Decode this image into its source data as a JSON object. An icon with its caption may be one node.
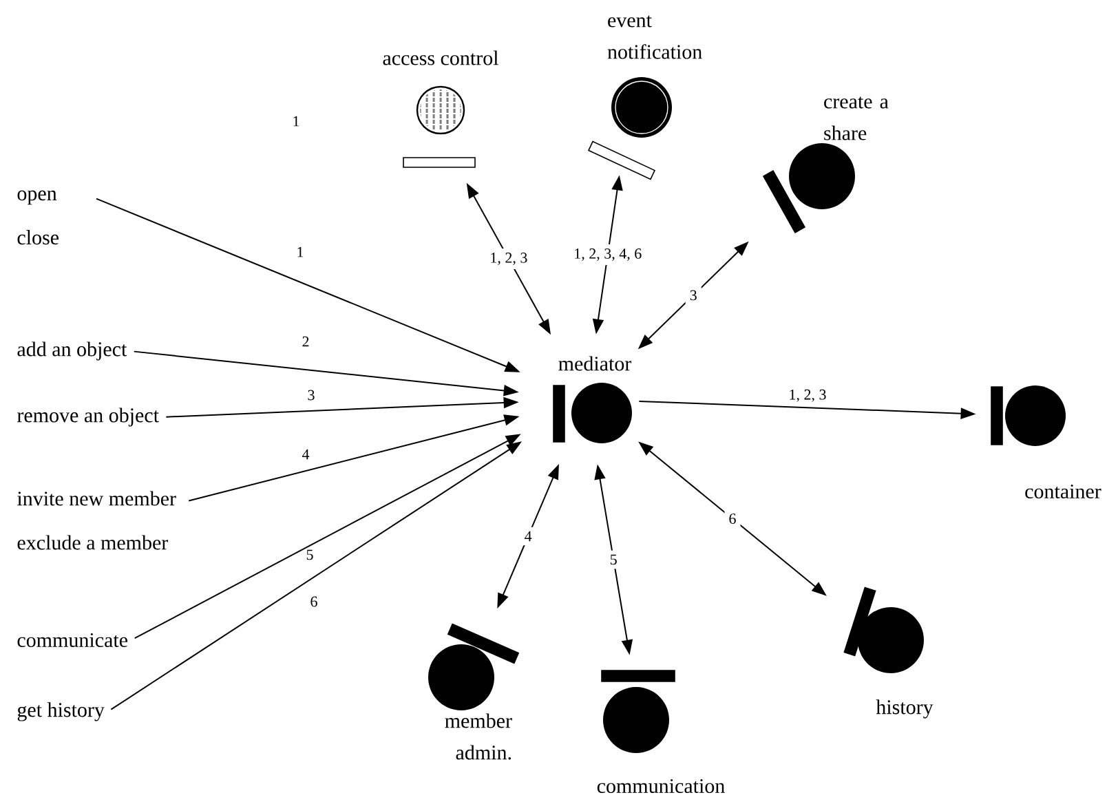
{
  "diagram": {
    "nodes": [
      {
        "text": [
          "open",
          "close"
        ]
      },
      {
        "text": [
          "add an object"
        ]
      },
      {
        "text": [
          "remove an object"
        ]
      },
      {
        "text": [
          "invite new member",
          "exclude a member"
        ]
      },
      {
        "text": [
          "communicate"
        ]
      },
      {
        "text": [
          "get history"
        ]
      },
      {
        "text": [
          "access control"
        ]
      },
      {
        "text": [
          "event notification"
        ]
      },
      {
        "text": [
          "create a share"
        ]
      },
      {
        "text": [
          "mediator"
        ]
      },
      {
        "text": [
          "container"
        ]
      },
      {
        "text": [
          "member admin."
        ]
      },
      {
        "text": [
          "communication"
        ]
      },
      {
        "text": [
          "history"
        ]
      }
    ],
    "edges": [
      {
        "from": 0,
        "to": 9,
        "arrow": "to",
        "label": "1"
      },
      {
        "from": 1,
        "to": 9,
        "arrow": "to",
        "label": "2"
      },
      {
        "from": 2,
        "to": 9,
        "arrow": "to",
        "label": "3"
      },
      {
        "from": 3,
        "to": 9,
        "arrow": "to",
        "label": "4"
      },
      {
        "from": 4,
        "to": 9,
        "arrow": "to",
        "label": "5"
      },
      {
        "from": 5,
        "to": 9,
        "arrow": "to",
        "label": "6"
      },
      {
        "from": 9,
        "to": 6,
        "arrow": "both",
        "label": "1, 2, 3"
      },
      {
        "from": 9,
        "to": 7,
        "arrow": "both",
        "label": "1, 2, 3, 4, 6"
      },
      {
        "from": 9,
        "to": 8,
        "arrow": "both",
        "label": "3"
      },
      {
        "from": 9,
        "to": 10,
        "arrow": "to",
        "label": "1, 2, 3"
      },
      {
        "from": 9,
        "to": 11,
        "arrow": "both",
        "label": "4"
      },
      {
        "from": 9,
        "to": 12,
        "arrow": "both",
        "label": "5"
      },
      {
        "from": 9,
        "to": 13,
        "arrow": "both",
        "label": "6"
      }
    ],
    "labels": [
      "1"
    ]
  }
}
